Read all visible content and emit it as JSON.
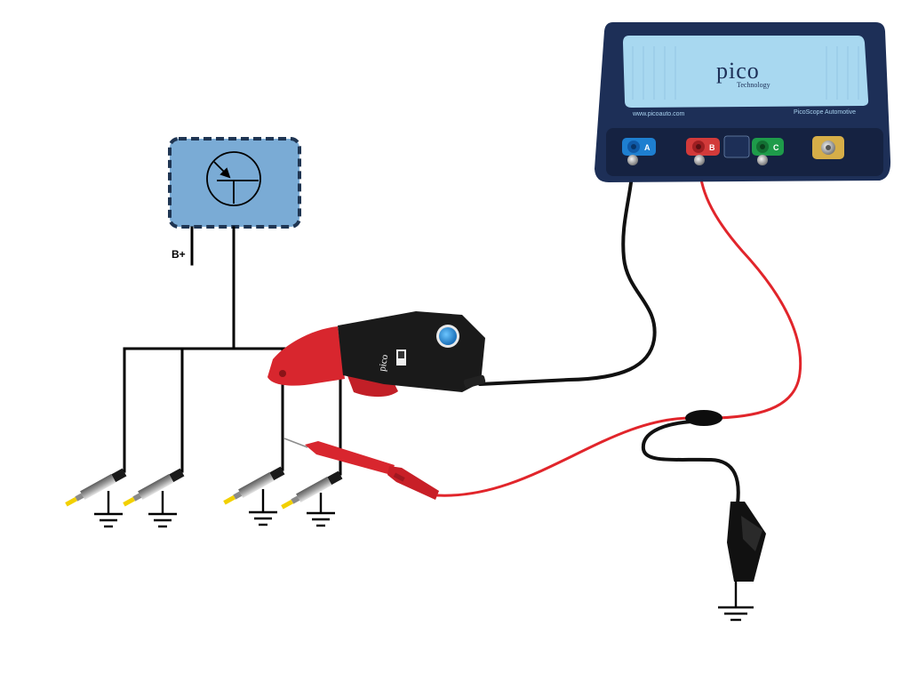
{
  "supply": {
    "label": "B+"
  },
  "scope": {
    "brand": "pico",
    "sub": "Technology",
    "url": "www.picoauto.com",
    "model": "PicoScope Automotive",
    "channels": [
      {
        "label": "A",
        "color": "#1e7fd0"
      },
      {
        "label": "B",
        "color": "#d23a3a"
      },
      {
        "label": "C",
        "color": "#1e9b4a"
      }
    ],
    "channel_d_color": "#d6ae48"
  },
  "clamp": {
    "brand": "pico",
    "jaw_color": "#d8262e",
    "button_color": "#1f8fd6"
  },
  "colors": {
    "module_fill": "#7aabd5",
    "module_border": "#1f3552",
    "scope_body": "#1d2f57",
    "scope_panel": "#a8d8f0",
    "injector_tip": "#f2d000"
  }
}
